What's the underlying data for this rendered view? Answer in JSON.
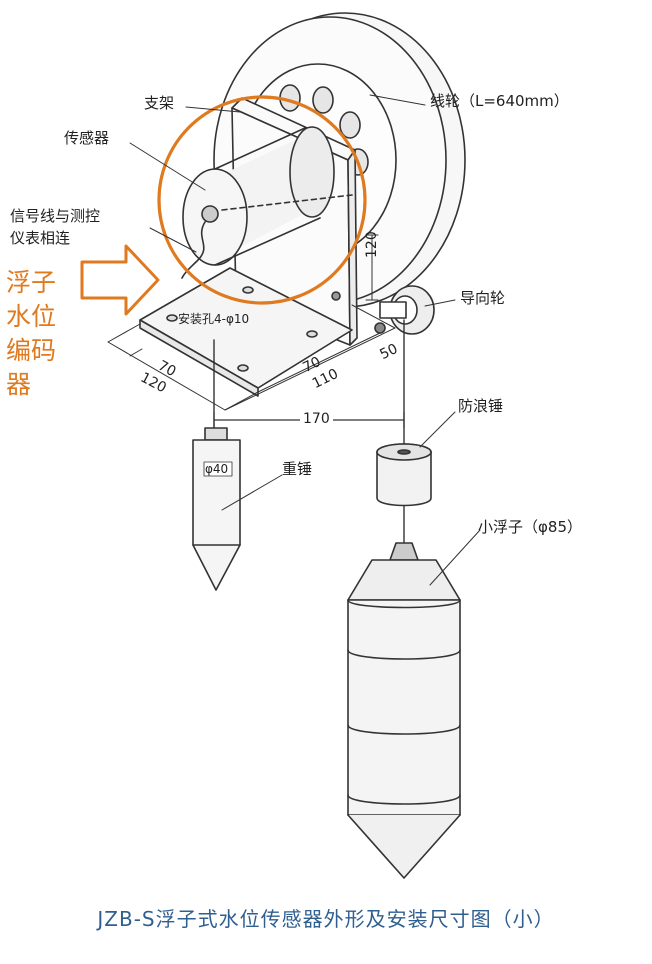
{
  "labels": {
    "bracket": "支架",
    "sensor": "传感器",
    "signal_line_1": "信号线与测控",
    "signal_line_2": "仪表相连",
    "pulley": "线轮（L=640mm）",
    "guide_wheel": "导向轮",
    "wave_hammer": "防浪锤",
    "weight": "重锤",
    "float": "小浮子（φ85）",
    "mount_holes": "安装孔4-φ10",
    "weight_dia": "φ40"
  },
  "dimensions": {
    "d120_vertical": "120",
    "d70_left": "70",
    "d120_left": "120",
    "d70_right": "70",
    "d110_right": "110",
    "d50": "50",
    "d170": "170"
  },
  "annotation": {
    "line1": "浮子",
    "line2": "水位",
    "line3": "编码",
    "line4": "器"
  },
  "caption": "JZB-S浮子式水位传感器外形及安装尺寸图（小）",
  "colors": {
    "accent": "#e07a1f",
    "caption": "#2f5f8f",
    "line": "#333333"
  }
}
